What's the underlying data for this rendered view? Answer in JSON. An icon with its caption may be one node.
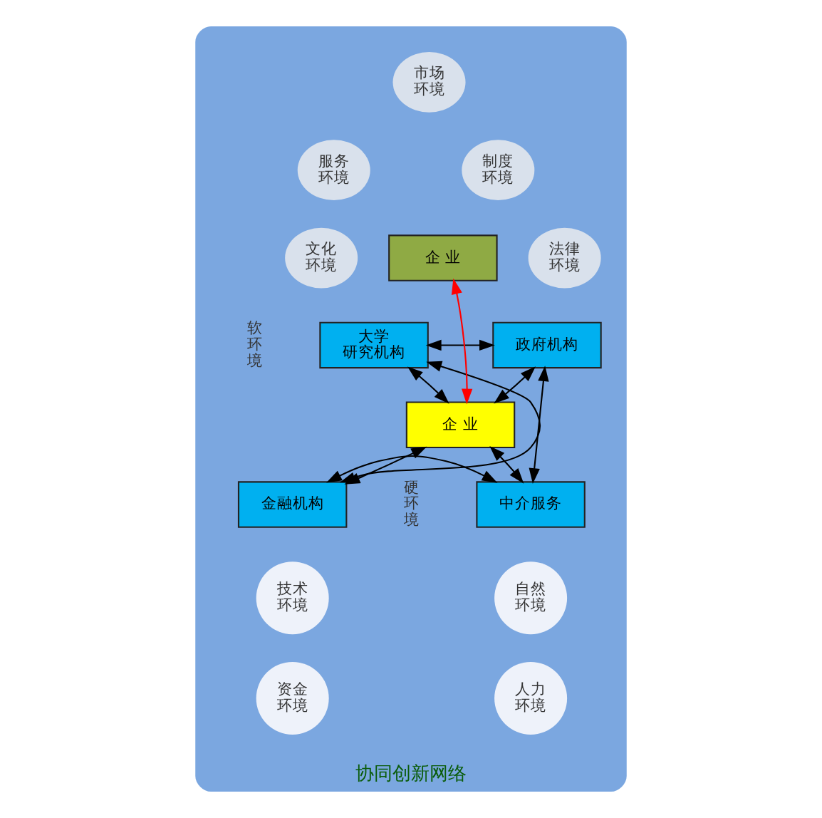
{
  "diagram": {
    "nodes": [
      {
        "text": [
          "协同创新网络"
        ]
      },
      {
        "text": [
          "市场环境"
        ],
        "in": 0
      },
      {
        "text": [
          "制度环境"
        ],
        "in": 0
      },
      {
        "text": [
          "服务环境"
        ],
        "in": 0
      },
      {
        "text": [
          "法律环境"
        ],
        "in": 0
      },
      {
        "text": [
          "企 业"
        ],
        "in": 0
      },
      {
        "text": [
          "文化环境"
        ],
        "in": 0
      },
      {
        "text": [
          "政府机构"
        ],
        "in": 0
      },
      {
        "text": [
          "大学研究机构"
        ],
        "in": 0
      },
      {
        "text": [
          "企 业"
        ],
        "in": 0
      },
      {
        "text": [
          "中介服务"
        ],
        "in": 0
      },
      {
        "text": [
          "金融机构"
        ],
        "in": 0
      },
      {
        "text": [
          "自然环境"
        ],
        "in": 0
      },
      {
        "text": [
          "技术环境"
        ],
        "in": 0
      },
      {
        "text": [
          "人力环境"
        ],
        "in": 0
      },
      {
        "text": [
          "资金环境"
        ],
        "in": 0
      }
    ],
    "edges": [
      {
        "from": 9,
        "to": 5,
        "arrow": "both",
        "color": "#ff0000"
      },
      {
        "from": 7,
        "to": 8,
        "arrow": "both"
      },
      {
        "from": 7,
        "to": 10,
        "arrow": "both"
      },
      {
        "from": 8,
        "to": 11,
        "arrow": "both"
      },
      {
        "from": 7,
        "to": 9,
        "arrow": "both"
      },
      {
        "from": 8,
        "to": 9,
        "arrow": "both"
      },
      {
        "from": 10,
        "to": 9,
        "arrow": "both"
      },
      {
        "from": 11,
        "to": 9,
        "arrow": "both"
      },
      {
        "from": 10,
        "to": 11,
        "arrow": "both"
      }
    ],
    "labels": [
      "软环境",
      "硬环境"
    ]
  }
}
